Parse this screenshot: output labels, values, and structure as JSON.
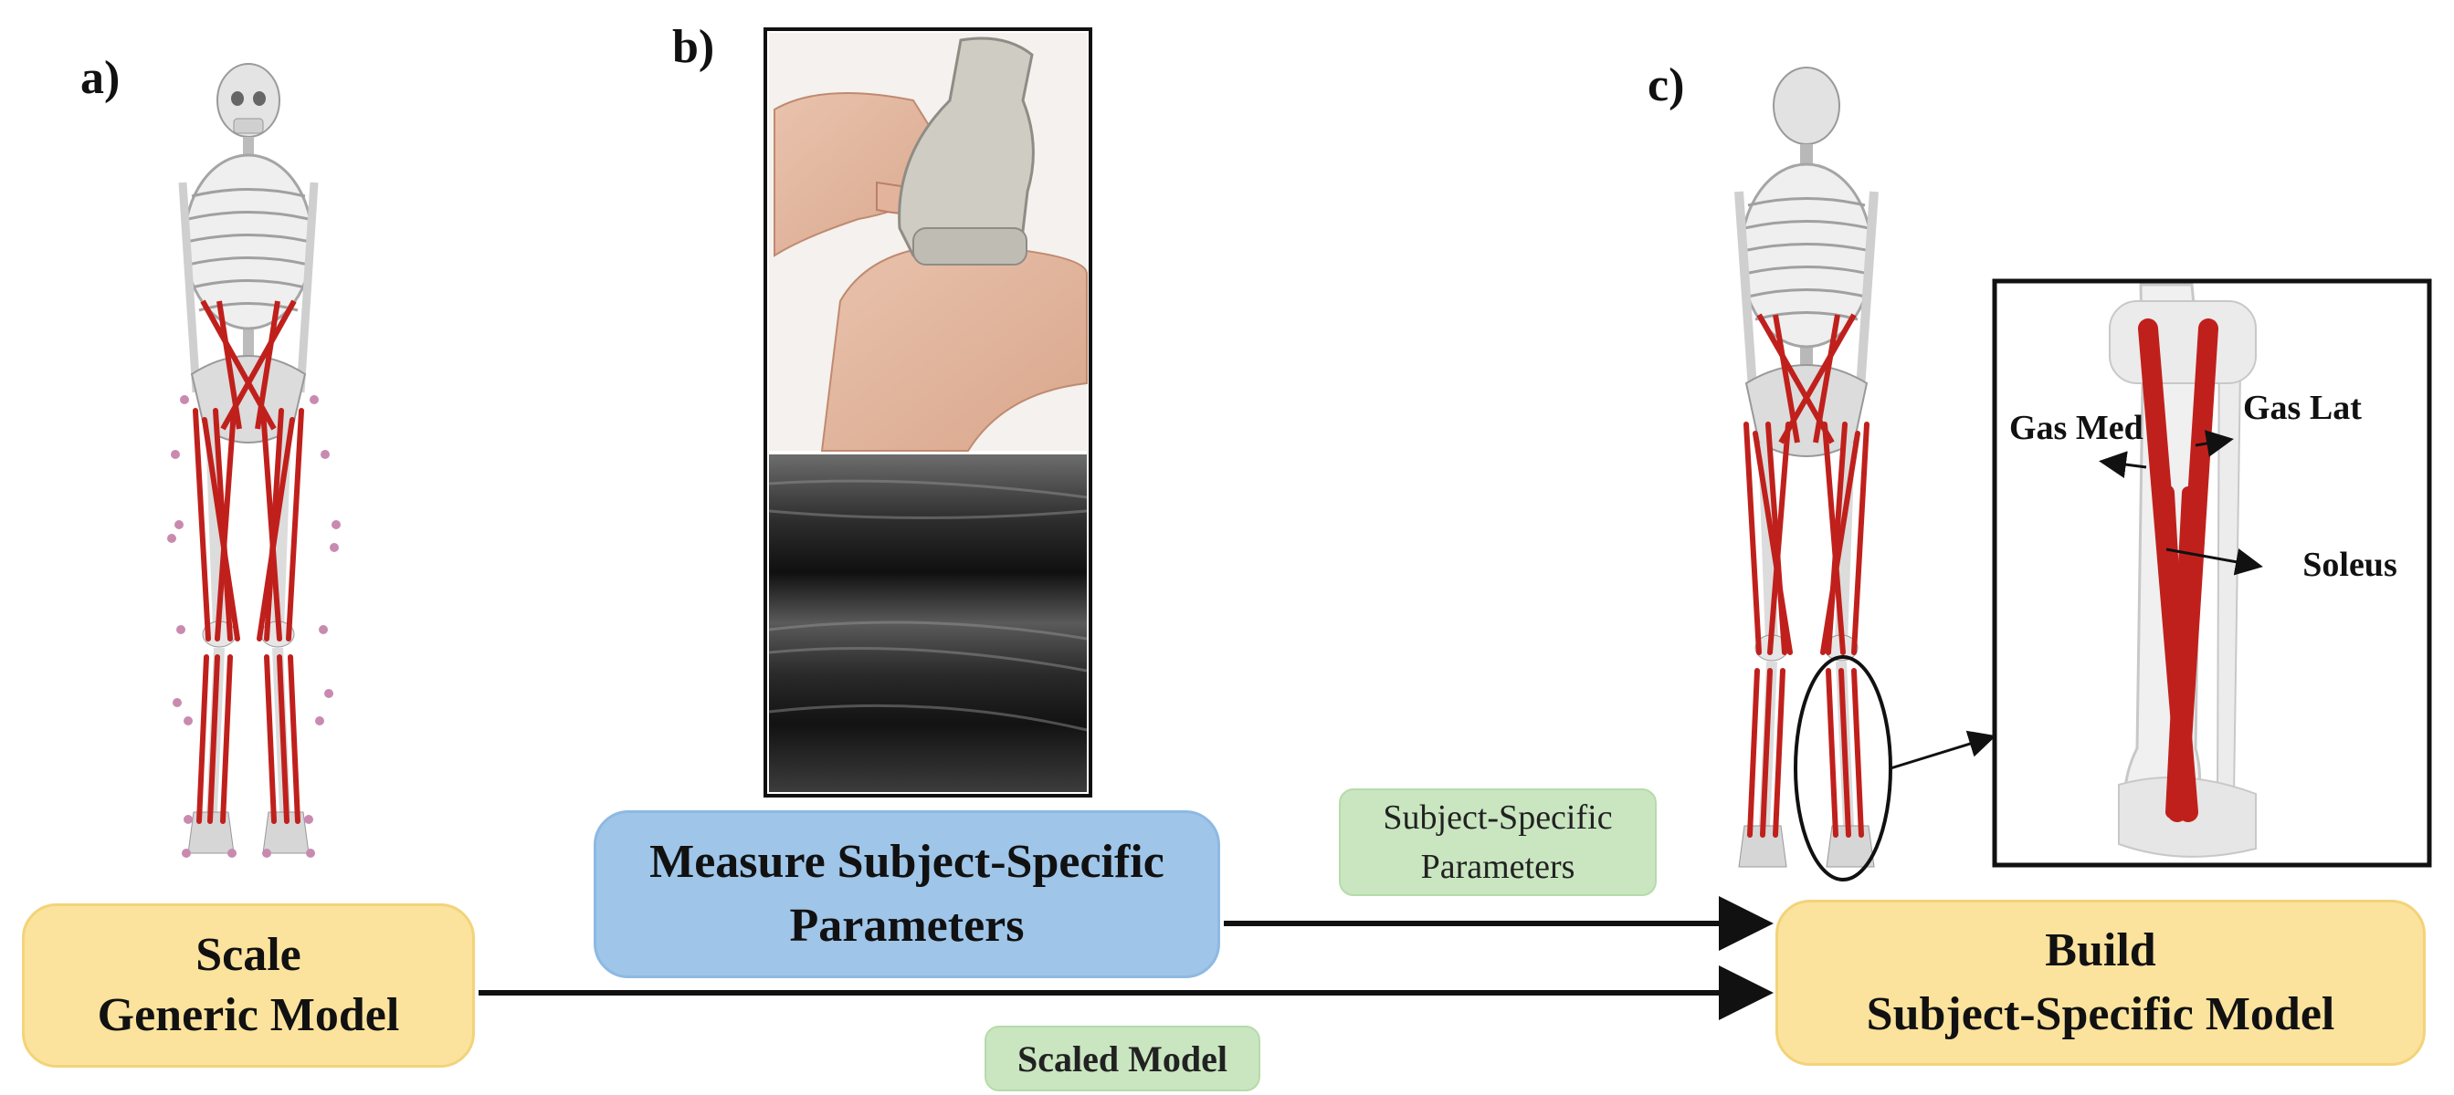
{
  "panels": {
    "a": "a)",
    "b": "b)",
    "c": "c)"
  },
  "boxes": {
    "scale_line1": "Scale",
    "scale_line2": "Generic Model",
    "measure_line1": "Measure Subject-Specific",
    "measure_line2": "Parameters",
    "build_line1": "Build",
    "build_line2": "Subject-Specific Model"
  },
  "flow_labels": {
    "subject_params_line1": "Subject-Specific",
    "subject_params_line2": "Parameters",
    "scaled_model": "Scaled Model"
  },
  "muscle_labels": {
    "gas_med_line1": "Gas",
    "gas_med_line2": "Med",
    "gas_lat_line1": "Gas",
    "gas_lat_line2": "Lat",
    "soleus": "Soleus"
  },
  "colors": {
    "yellow_box": "#fbe39d",
    "blue_box": "#9fc5e8",
    "green_label": "#c9e6c0",
    "muscle": "#c0201c",
    "marker": "#c98ab0"
  }
}
